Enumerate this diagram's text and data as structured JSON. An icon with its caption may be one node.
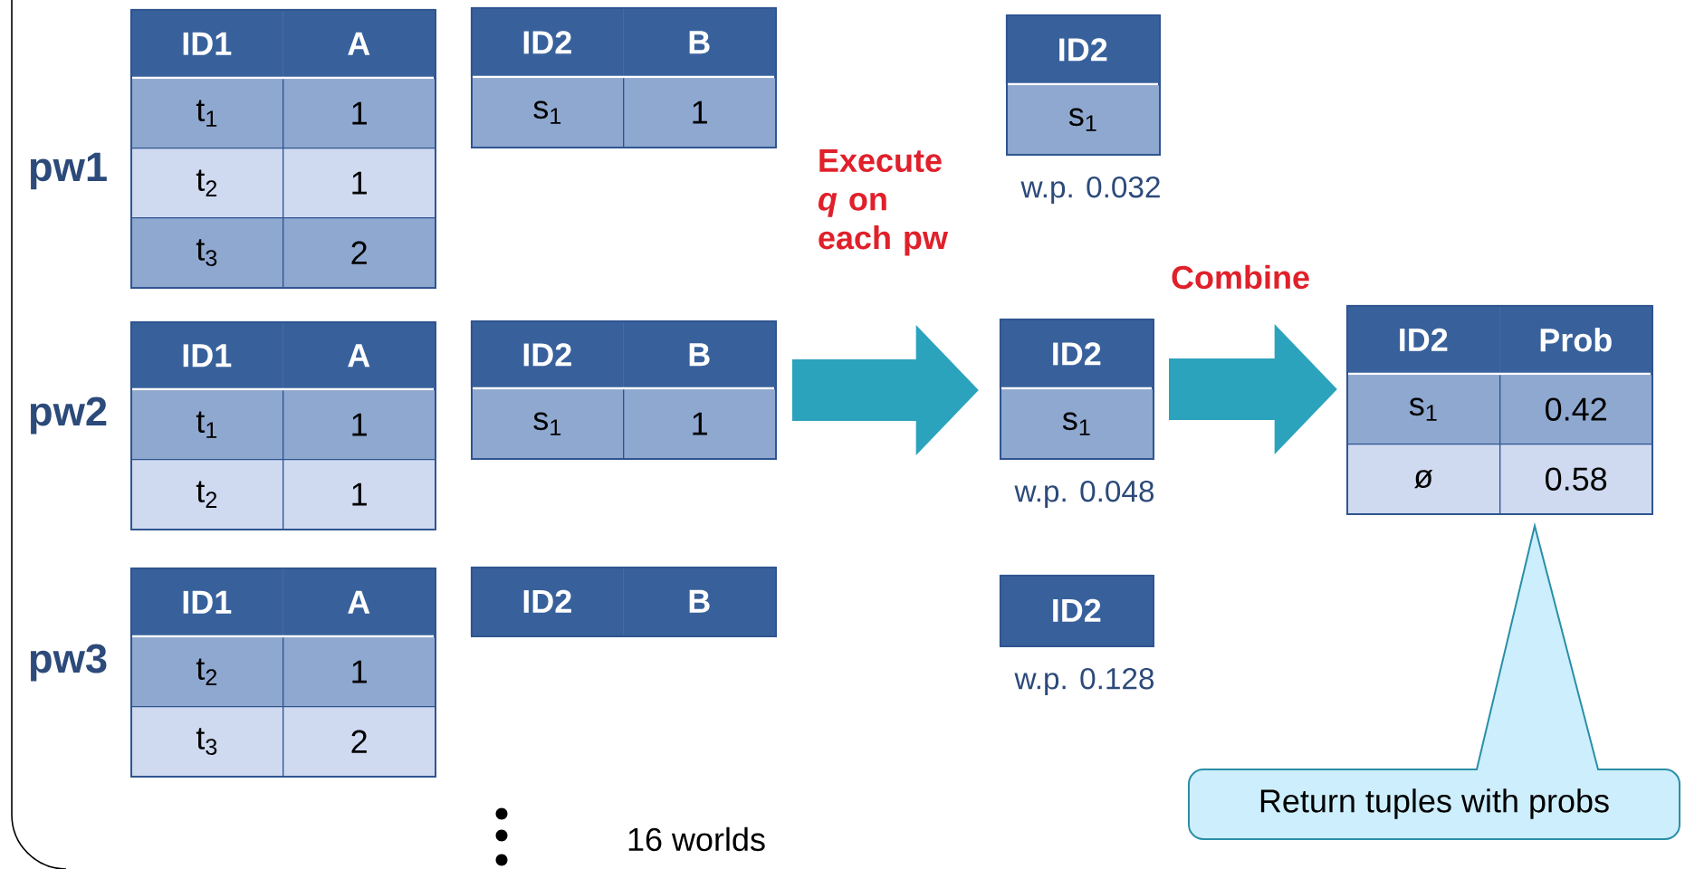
{
  "diagram": {
    "nodes": [
      {
        "text": [
          "ID1",
          "A",
          "t$_{1}$",
          "1",
          "t$_{2}$",
          "1",
          "t$_{3}$",
          "2"
        ]
      },
      {
        "text": [
          "ID2",
          "B",
          "s$_{1}$",
          "1"
        ]
      },
      {
        "text": [
          "ID2",
          "s$_{1}$"
        ],
        "beside": [
          "w.p. 0.032"
        ]
      },
      {
        "text": [
          "ID1",
          "A",
          "t$_{1}$",
          "1",
          "t$_{2}$",
          "1"
        ]
      },
      {
        "text": [
          "ID2",
          "B",
          "s$_{1}$",
          "1"
        ]
      },
      {
        "text": [
          "ID2",
          "s$_{1}$"
        ],
        "beside": [
          "w.p. 0.048"
        ]
      },
      {
        "text": [
          "ID2",
          "Prob",
          "s$_{1}$",
          "0.42",
          "ø",
          "0.58"
        ]
      },
      {
        "text": [
          "ID1",
          "A",
          "t$_{2}$",
          "1",
          "t$_{3}$",
          "2"
        ]
      },
      {
        "text": [
          "ID2",
          "B"
        ]
      },
      {
        "text": [
          "ID2"
        ],
        "beside": [
          "w.p. 0.128"
        ]
      },
      {
        "text": [
          "Return tuples with probs"
        ]
      }
    ],
    "edges": [
      {
        "from": 4,
        "to": 5,
        "arrow": "to",
        "label": "Execute *q* on each pw"
      },
      {
        "from": 5,
        "to": 6,
        "arrow": "to",
        "label": "Combine"
      }
    ],
    "labels": [
      "pw1",
      "pw2",
      "pw3",
      "16 worlds"
    ]
  }
}
